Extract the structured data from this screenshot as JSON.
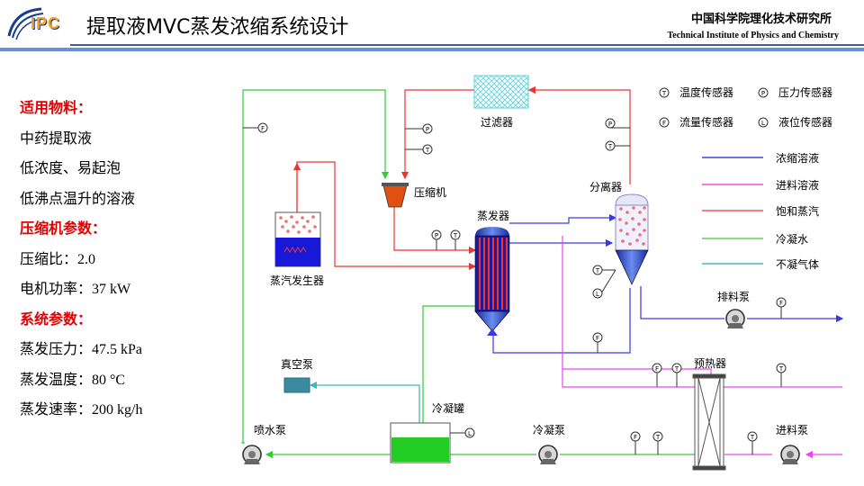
{
  "header": {
    "logo_text": "IPC",
    "title": "提取液MVC蒸发浓缩系统设计",
    "institute_cn": "中国科学院理化技术研究所",
    "institute_en": "Technical Institute of Physics and Chemistry"
  },
  "params": {
    "section1_title": "适用物料：",
    "materials": [
      "中药提取液",
      "低浓度、易起泡",
      "低沸点温升的溶液"
    ],
    "section2_title": "压缩机参数：",
    "compression_ratio_label": "压缩比：",
    "compression_ratio_value": "2.0",
    "motor_power_label": "电机功率：",
    "motor_power_value": "37 kW",
    "section3_title": "系统参数：",
    "evap_pressure_label": "蒸发压力：",
    "evap_pressure_value": "47.5 kPa",
    "evap_temp_label": "蒸发温度：",
    "evap_temp_value": "80 °C",
    "evap_rate_label": "蒸发速率：",
    "evap_rate_value": "200 kg/h"
  },
  "legend": {
    "sensors": [
      {
        "symbol": "T",
        "label": "温度传感器"
      },
      {
        "symbol": "P",
        "label": "压力传感器"
      },
      {
        "symbol": "F",
        "label": "流量传感器"
      },
      {
        "symbol": "L",
        "label": "液位传感器"
      }
    ],
    "lines": [
      {
        "label": "浓缩溶液",
        "color": "#3a3ae0"
      },
      {
        "label": "进料溶液",
        "color": "#ee44ee"
      },
      {
        "label": "饱和蒸汽",
        "color": "#ee3333"
      },
      {
        "label": "冷凝水",
        "color": "#33cc33"
      },
      {
        "label": "不凝气体",
        "color": "#33bbbb"
      }
    ]
  },
  "equipment": {
    "filter": "过滤器",
    "compressor": "压缩机",
    "separator": "分离器",
    "evaporator": "蒸发器",
    "steam_generator": "蒸汽发生器",
    "discharge_pump": "排料泵",
    "vacuum_pump": "真空泵",
    "preheater": "预热器",
    "condensate_tank": "冷凝罐",
    "spray_pump": "喷水泵",
    "condensate_pump": "冷凝泵",
    "feed_pump": "进料泵"
  }
}
